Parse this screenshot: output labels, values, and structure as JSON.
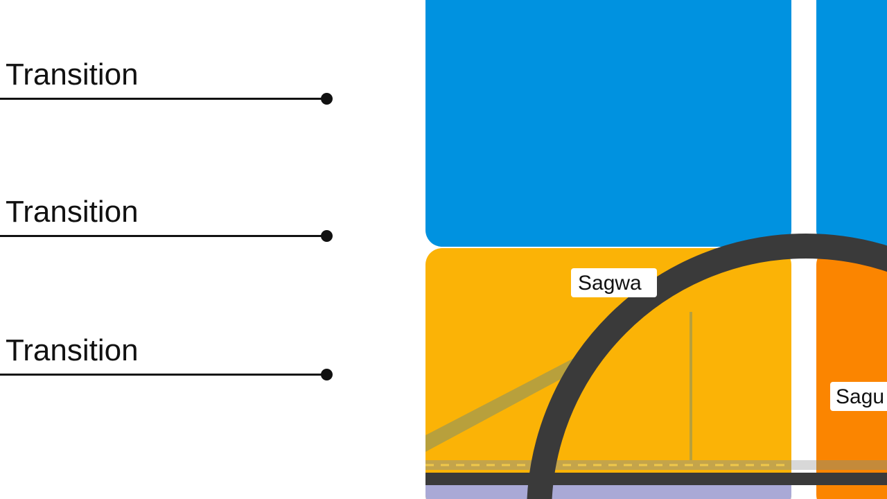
{
  "rows": [
    {
      "label": "Transition"
    },
    {
      "label": "Transition"
    },
    {
      "label": "Transition"
    }
  ],
  "tiles": {
    "blue": "#0092e0",
    "yellow": "#fbb306",
    "orange": "#fb8500",
    "arc": "#3a3a3a"
  },
  "tags": {
    "yellow_tile": "Sagwa",
    "orange_tile": "Sagu"
  }
}
